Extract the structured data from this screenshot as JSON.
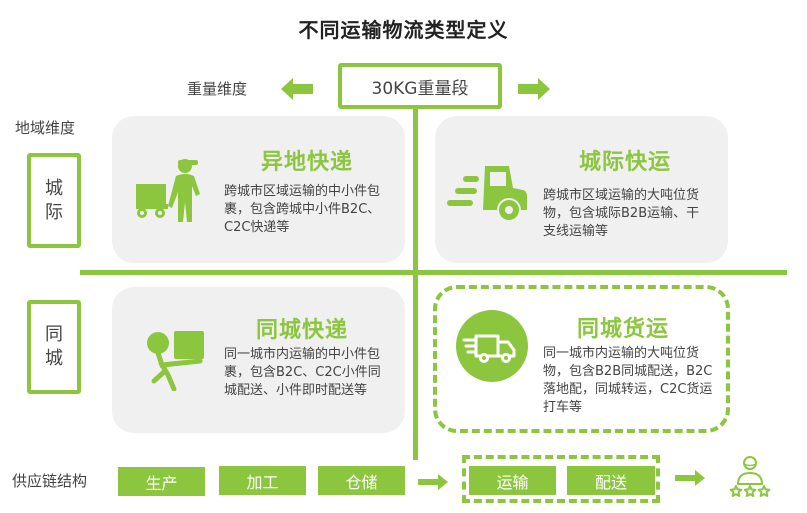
{
  "title": "不同运输物流类型定义",
  "weight_dimension": {
    "label": "重量维度",
    "center_box": "30KG重量段",
    "left_arrow_icon": "arrow-left-icon",
    "right_arrow_icon": "arrow-right-icon"
  },
  "region_dimension": {
    "label": "地域维度",
    "intercity": "城际",
    "samecity": "同城"
  },
  "quadrants": [
    {
      "title": "异地快递",
      "icon": "delivery-person-cart-icon",
      "description": "跨城市区域运输的中小件包裹，包含跨城中小件B2C、C2C快递等"
    },
    {
      "title": "城际快运",
      "icon": "fast-truck-icon",
      "description": "跨城市区域运输的大吨位货物，包含城际B2B运输、干支线运输等"
    },
    {
      "title": "同城快递",
      "icon": "person-carrying-box-icon",
      "description": "同一城市内运输的中小件包裹，包含B2C、C2C小件同城配送、小件即时配送等"
    },
    {
      "title": "同城货运",
      "icon": "van-circle-icon",
      "description": "同一城市内运输的大吨位货物，包含B2B同城配送，B2C落地配，同城转运，C2C货运打车等",
      "highlighted": true
    }
  ],
  "supply_chain": {
    "label": "供应链结构",
    "steps": [
      "生产",
      "加工",
      "仓储"
    ],
    "highlighted_steps": [
      "运输",
      "配送"
    ],
    "end_icon": "customer-rating-icon"
  },
  "colors": {
    "accent": "#8cc63f",
    "card_bg": "#f0f0f0",
    "text": "#444444"
  }
}
